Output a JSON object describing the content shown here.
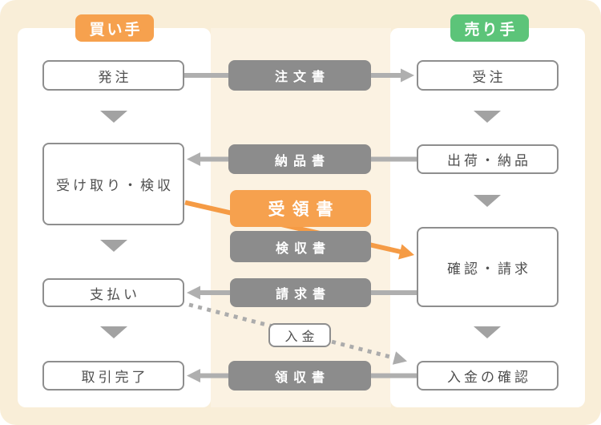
{
  "buyer": {
    "header": "買い手",
    "steps": [
      {
        "label": "発注"
      },
      {
        "label": "受け取り・検収"
      },
      {
        "label": "支払い"
      },
      {
        "label": "取引完了"
      }
    ]
  },
  "seller": {
    "header": "売り手",
    "steps": [
      {
        "label": "受注"
      },
      {
        "label": "出荷・納品"
      },
      {
        "label": "確認・請求"
      },
      {
        "label": "入金の確認"
      }
    ]
  },
  "documents": {
    "purchase_order": "注文書",
    "delivery_note": "納品書",
    "goods_receipt": "受領書",
    "inspection_certificate": "検収書",
    "invoice": "請求書",
    "payment": "入金",
    "receipt": "領収書"
  },
  "colors": {
    "background_cream": "#f9eed8",
    "center_strip": "#fbf2e2",
    "buyer_accent_orange": "#f6a14e",
    "seller_accent_green": "#5cc479",
    "document_gray": "#8c8c8c",
    "arrow_gray": "#afafaf",
    "step_border_gray": "#8e8e8e",
    "step_text_gray": "#4f4f4f"
  }
}
